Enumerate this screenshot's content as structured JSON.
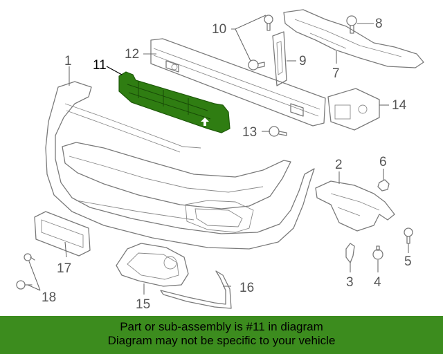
{
  "diagram": {
    "highlight_color": "#2f7d12",
    "callouts": {
      "c1": "1",
      "c2": "2",
      "c3": "3",
      "c4": "4",
      "c5": "5",
      "c6": "6",
      "c7": "7",
      "c8": "8",
      "c9": "9",
      "c10": "10",
      "c11": "11",
      "c12": "12",
      "c13": "13",
      "c14": "14",
      "c15": "15",
      "c16": "16",
      "c17": "17",
      "c18": "18"
    }
  },
  "banner": {
    "line1": "Part or sub-assembly is #11 in diagram",
    "line2": "Diagram may not be specific to your vehicle",
    "background": "#3c8c1e"
  }
}
